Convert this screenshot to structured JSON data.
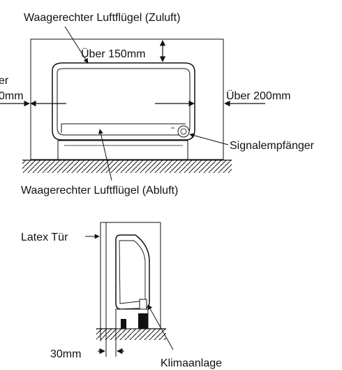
{
  "labels": {
    "air_vane_supply": "Waagerechter Luftflügel (Zuluft)",
    "top_clearance": "Über 150mm",
    "left_clearance_line1": "er",
    "left_clearance_line2": "0mm",
    "right_clearance": "Über 200mm",
    "signal_receiver": "Signalempfänger",
    "air_vane_exhaust": "Waagerechter Luftflügel (Abluft)",
    "door": "Latex Tür",
    "gap": "30mm",
    "unit": "Klimaanlage"
  }
}
